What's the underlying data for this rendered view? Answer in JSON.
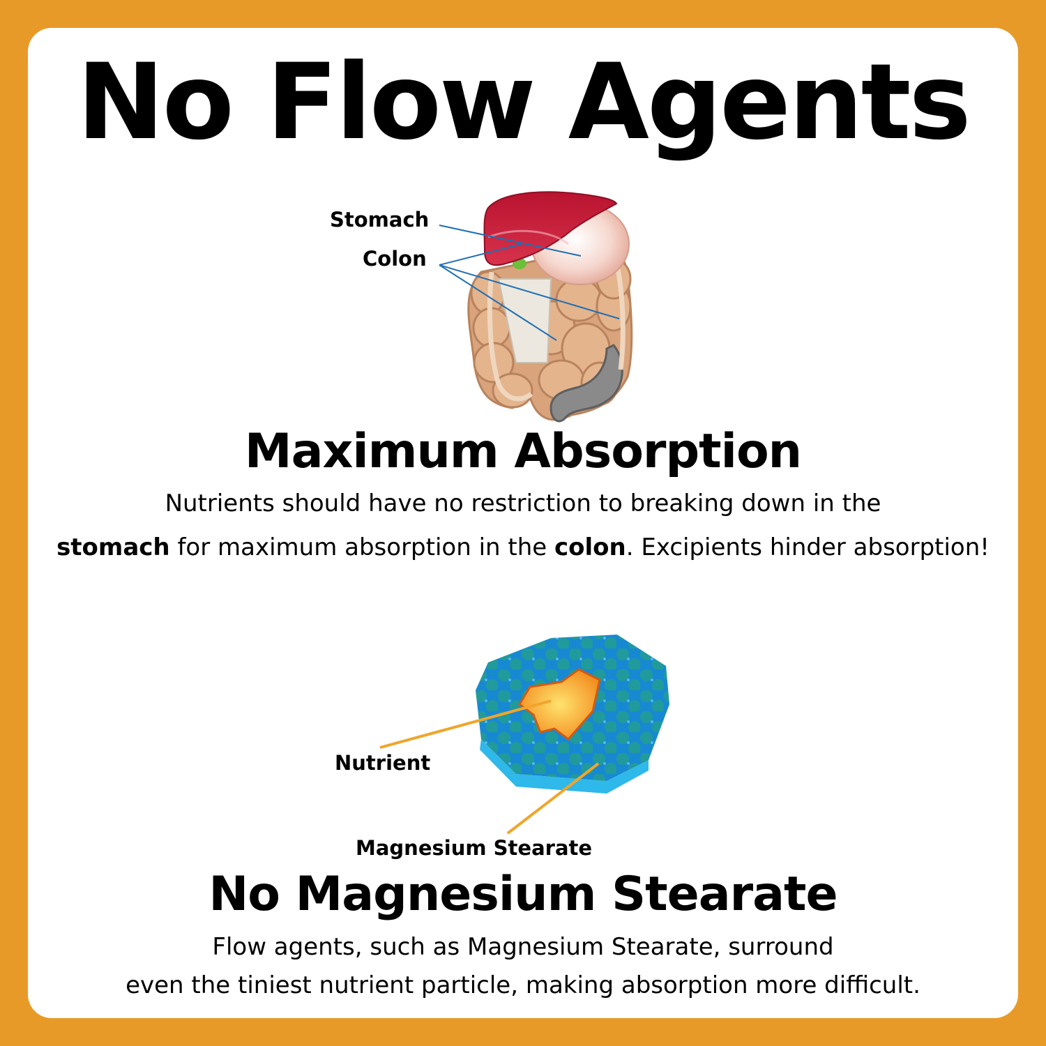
{
  "title": "No Flow Agents",
  "diagram_top": {
    "labels": {
      "stomach": "Stomach",
      "colon": "Colon"
    }
  },
  "section1": {
    "heading": "Maximum Absorption",
    "line1": "Nutrients should have no restriction to breaking down in the",
    "line2": {
      "bold_a": "stomach",
      "text_a": " for maximum absorption in the ",
      "bold_b": "colon",
      "text_b": ". Excipients hinder absorption!"
    }
  },
  "diagram_bottom": {
    "labels": {
      "nutrient": "Nutrient",
      "magnesium_stearate": "Magnesium Stearate"
    }
  },
  "section2": {
    "heading": "No Magnesium Stearate",
    "line1": "Flow agents, such as Magnesium Stearate, surround",
    "line2": "even the tiniest nutrient particle, making absorption more difficult."
  },
  "colors": {
    "border": "#e89a28",
    "card": "#ffffff",
    "text": "#000000",
    "liver": "#c41e3a",
    "intestine": "#dba983",
    "pointer_blue": "#1f6fb2",
    "tablet_blue": "#1e8fd6",
    "nutrient_orange": "#f7a21b",
    "pointer_orange": "#f0a52a"
  }
}
